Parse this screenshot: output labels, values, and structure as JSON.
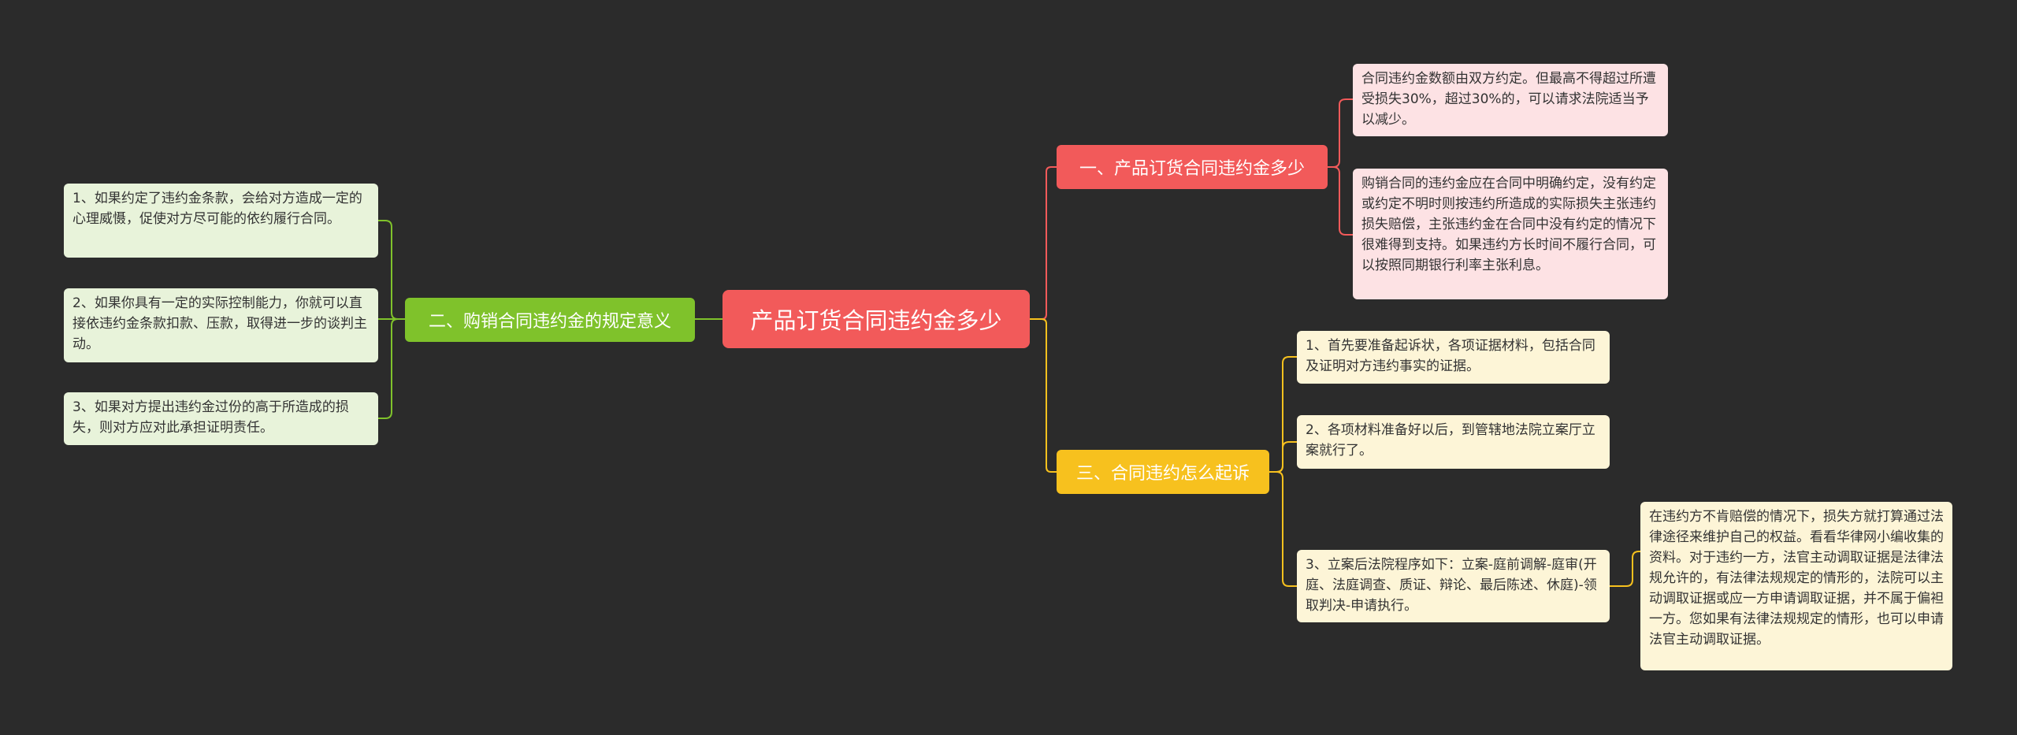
{
  "root": {
    "label": "产品订货合同违约金多少"
  },
  "branch1": {
    "label": "一、产品订货合同违约金多少",
    "items": [
      "合同违约金数额由双方约定。但最高不得超过所遭受损失30%，超过30%的，可以请求法院适当予以减少。",
      "购销合同的违约金应在合同中明确约定，没有约定或约定不明时则按违约所造成的实际损失主张违约损失赔偿，主张违约金在合同中没有约定的情况下很难得到支持。如果违约方长时间不履行合同，可以按照同期银行利率主张利息。"
    ]
  },
  "branch2": {
    "label": "二、购销合同违约金的规定意义",
    "items": [
      "1、如果约定了违约金条款，会给对方造成一定的心理威慑，促使对方尽可能的依约履行合同。",
      "2、如果你具有一定的实际控制能力，你就可以直接依违约金条款扣款、压款，取得进一步的谈判主动。",
      "3、如果对方提出违约金过份的高于所造成的损失，则对方应对此承担证明责任。"
    ]
  },
  "branch3": {
    "label": "三、合同违约怎么起诉",
    "items": [
      "1、首先要准备起诉状，各项证据材料，包括合同及证明对方违约事实的证据。",
      "2、各项材料准备好以后，到管辖地法院立案厅立案就行了。",
      "3、立案后法院程序如下：立案-庭前调解-庭审(开庭、法庭调查、质证、辩论、最后陈述、休庭)-领取判决-申请执行。"
    ],
    "sub": "在违约方不肯赔偿的情况下，损失方就打算通过法律途径来维护自己的权益。看看华律网小编收集的资料。对于违约一方，法官主动调取证据是法律法规允许的，有法律法规规定的情形的，法院可以主动调取证据或应一方申请调取证据，并不属于偏袒一方。您如果有法律法规规定的情形，也可以申请法官主动调取证据。"
  },
  "colors": {
    "red": "#f25a5a",
    "green": "#7fc22b",
    "yellow": "#f7c11e",
    "pink_bg": "#fde2e4",
    "green_bg": "#e8f3da",
    "yellow_bg": "#fdf5d7",
    "background": "#2b2b2b"
  }
}
